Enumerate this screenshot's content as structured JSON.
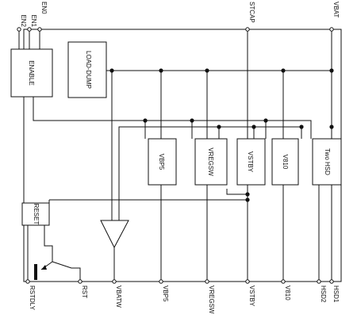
{
  "top_pins": {
    "en2": "EN2",
    "en1": "EN1",
    "en0": "EN0",
    "stcap": "STCAP",
    "vbat": "VBAT"
  },
  "bottom_pins": {
    "rstdly": "RSTDLY",
    "rst": "RST",
    "vbatw": "VBATW",
    "vbp5": "VBP5",
    "vregsw": "VREGSW",
    "vstby": "VSTBY",
    "v810": "V810",
    "hsd2": "HSD2",
    "hsd1": "HSD1"
  },
  "blocks": {
    "enable": "ENABLE",
    "load_dump": "LOAD-DUMP",
    "reset": "RESET",
    "vbp5": "VBP5",
    "vregsw": "VREGSW",
    "vstby": "VSTBY",
    "v810": "V810",
    "hsd": "Two HSD"
  }
}
